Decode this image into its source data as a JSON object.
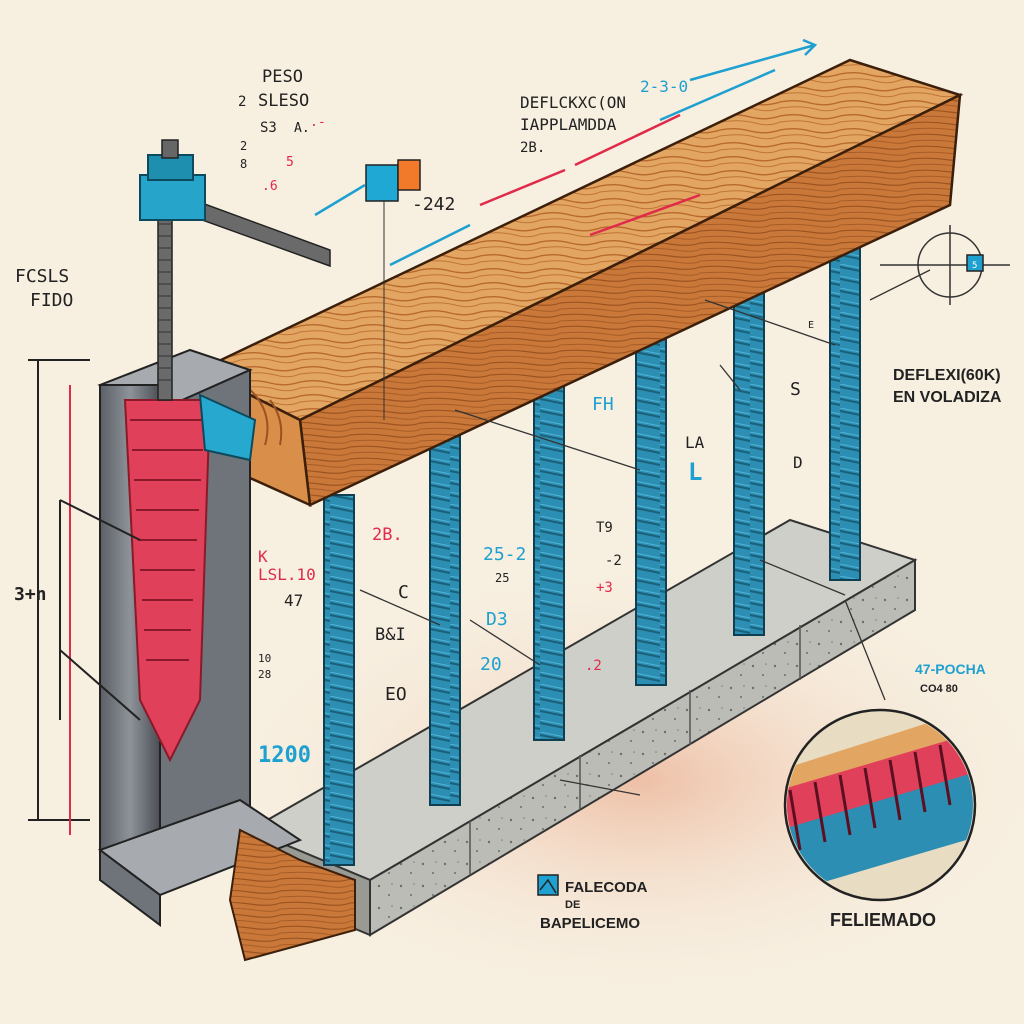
{
  "colors": {
    "paper": "#f7efe0",
    "wood_top": "#e2a562",
    "wood_side": "#c9783a",
    "wood_end": "#d98f4a",
    "steel_post": "#5b6066",
    "steel_post_light": "#8d9399",
    "rebar_blue": "#2c8eb3",
    "rebar_blue_dark": "#1a6079",
    "concrete": "#b9b9b3",
    "concrete_dark": "#8e8e88",
    "accent_red": "#e02a4a",
    "accent_cyan": "#1ea0d0",
    "ink": "#222222"
  },
  "labels": {
    "top_left_1": "PESO",
    "top_left_2": "SLESO",
    "top_left_num": "2",
    "top_left_3": "S3",
    "top_left_4": "A.",
    "top_left_5": ".-",
    "top_left_6": "5",
    "top_left_7": ".6",
    "top_left_8": "8",
    "top_left_9": "2",
    "top_mid_1": "DEFLCKXC(ON",
    "top_mid_2": "IAPPLAMDDA",
    "top_mid_3": "2B.",
    "top_mid_arrow": "2-3-0",
    "mid_num": "-242",
    "left_side_1": "FCSLS",
    "left_side_2": "FIDO",
    "right_title_1": "DEFLEXI(60K)",
    "right_title_2": "EN VOLADIZA",
    "right_small": "5",
    "vertical_dim": "3+n",
    "ks_label": "K",
    "ls_label": "LSL.10",
    "n47": "47",
    "n10": "10",
    "n28": "28",
    "n1200": "1200",
    "b2": "2B.",
    "c_label": "C",
    "b_label": "B&I",
    "eo": "EO",
    "n25": "25-2",
    "n25b": "25",
    "d3": "D3",
    "n20": "20",
    "n2": ".2",
    "fh": "FH",
    "la": "LA",
    "l_big": "L",
    "t9": "T9",
    "n22": "-2",
    "n43": "+3",
    "s_label": "S",
    "d_label": "D",
    "e_label": "E",
    "pocha_1": "47-POCHA",
    "pocha_2": "CO4 80",
    "bottom_legend_1": "FALECODA",
    "bottom_legend_2": "DE",
    "bottom_legend_3": "BAPELICEMO",
    "detail_label": "FELIEMADO"
  },
  "icons": {
    "legend_box": "checkbox-icon",
    "target": "crosshair-icon"
  }
}
